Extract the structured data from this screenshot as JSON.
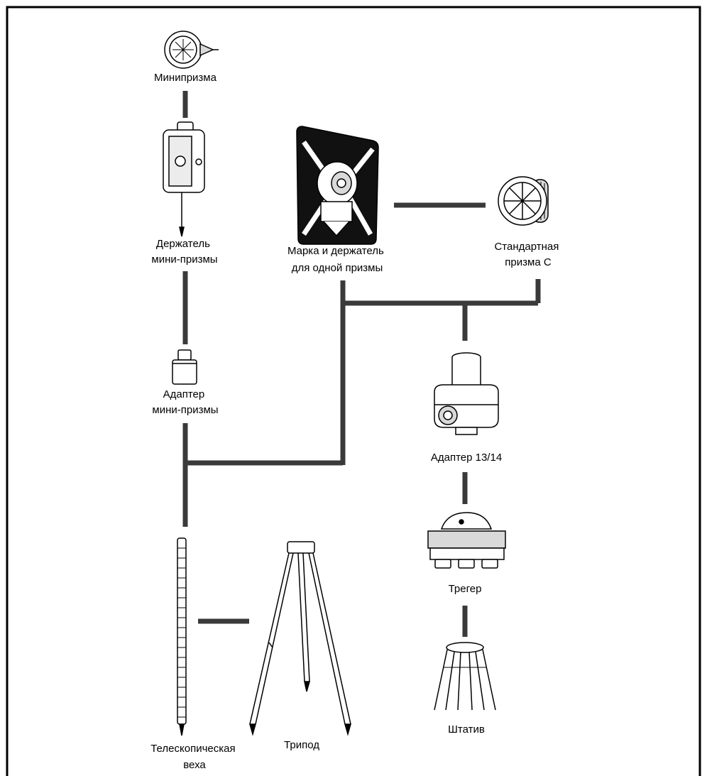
{
  "diagram": {
    "colors": {
      "frame": "#000000",
      "connector": "#3a3a3a",
      "device_outline": "#000000",
      "device_fill": "#ffffff",
      "device_shade": "#d9d9d9",
      "target_plate": "#111111"
    },
    "nodes": [
      {
        "id": "miniprism",
        "lines": [
          "Минипризма"
        ]
      },
      {
        "id": "miniprism-holder",
        "lines": [
          "Держатель",
          "мини-призмы"
        ]
      },
      {
        "id": "target-holder",
        "lines": [
          "Марка и держатель",
          "для одной призмы"
        ]
      },
      {
        "id": "standard-prism",
        "lines": [
          "Стандартная",
          "призма С"
        ]
      },
      {
        "id": "miniprism-adapter",
        "lines": [
          "Адаптер",
          "мини-призмы"
        ]
      },
      {
        "id": "adapter-1314",
        "lines": [
          "Адаптер 13/14"
        ]
      },
      {
        "id": "tribrach",
        "lines": [
          "Трегер"
        ]
      },
      {
        "id": "telescopic-pole",
        "lines": [
          "Телескопическая",
          "веха"
        ]
      },
      {
        "id": "tripod",
        "lines": [
          "Трипод"
        ]
      },
      {
        "id": "stand",
        "lines": [
          "Штатив"
        ]
      }
    ],
    "connections": [
      [
        "miniprism",
        "miniprism-holder"
      ],
      [
        "miniprism-holder",
        "miniprism-adapter"
      ],
      [
        "target-holder",
        "standard-prism"
      ],
      [
        "target-holder",
        "adapter-1314"
      ],
      [
        "standard-prism",
        "adapter-1314"
      ],
      [
        "miniprism-adapter",
        "telescopic-pole"
      ],
      [
        "target-holder",
        "telescopic-pole"
      ],
      [
        "adapter-1314",
        "tribrach"
      ],
      [
        "tribrach",
        "stand"
      ],
      [
        "telescopic-pole",
        "tripod"
      ]
    ]
  }
}
